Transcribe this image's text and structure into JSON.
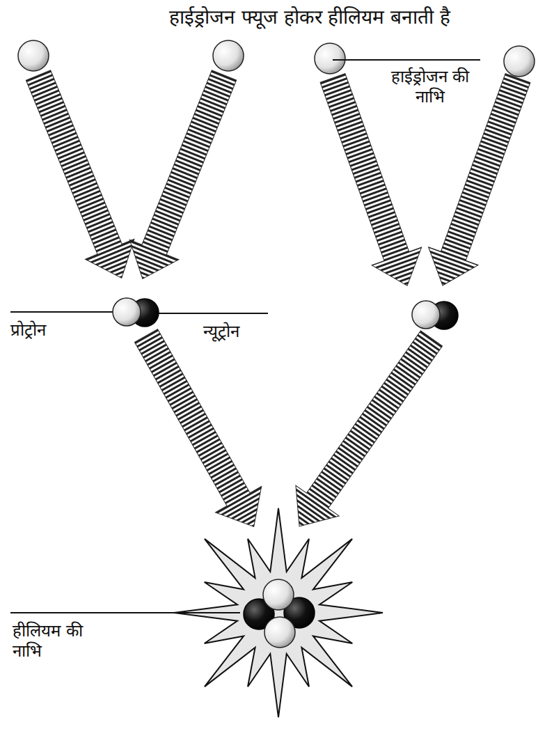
{
  "diagram": {
    "title": "हाईड्रोजन फ्यूज होकर हीलियम बनाती है",
    "labels": [
      "हाईड्रोजन की नाभि",
      "प्रोट्रोन",
      "न्यूट्रोन",
      "हीलियम की नाभि"
    ]
  }
}
